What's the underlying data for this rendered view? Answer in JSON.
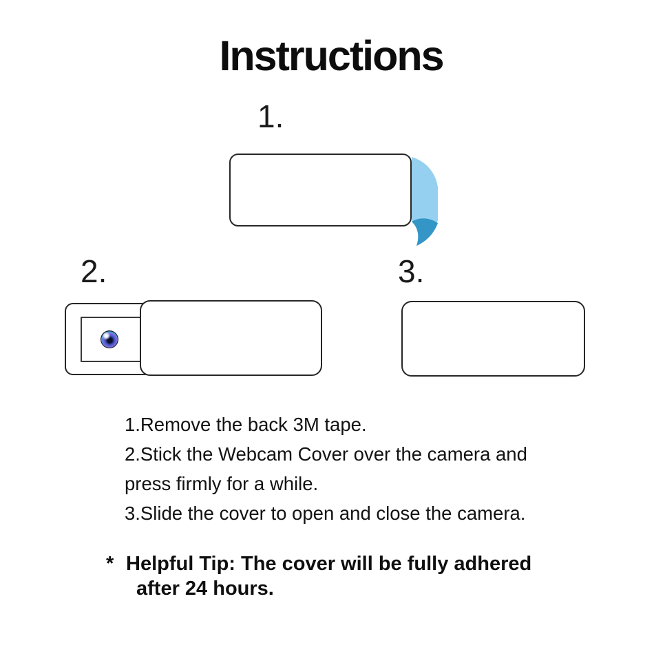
{
  "title": "Instructions",
  "colors": {
    "tape_light": "#96d0f0",
    "tape_dark": "#3396c6",
    "outline": "#262626",
    "text": "#111111"
  },
  "icons": {
    "tape": "tape-peel-icon",
    "lens": "camera-lens-icon"
  },
  "steps": [
    {
      "label": "1."
    },
    {
      "label": "2."
    },
    {
      "label": "3."
    }
  ],
  "instructions": {
    "lines": [
      "1.Remove the back 3M tape.",
      "2.Stick the Webcam Cover over the camera and",
      "press firmly for a while.",
      "3.Slide the cover to open and close the camera."
    ]
  },
  "tip": {
    "star": "*",
    "line1": "Helpful Tip: The cover will be fully adhered",
    "line2": "after 24 hours."
  }
}
